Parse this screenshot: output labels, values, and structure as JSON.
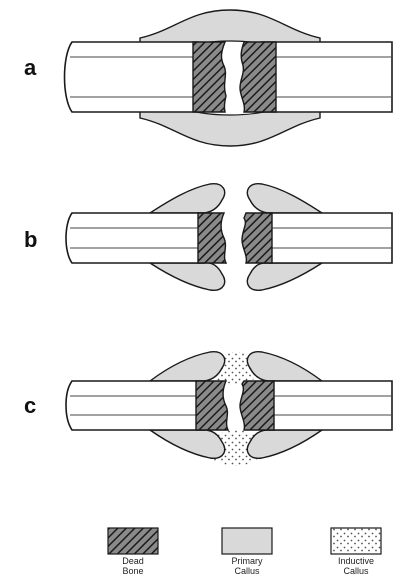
{
  "panels": [
    {
      "label": "a"
    },
    {
      "label": "b"
    },
    {
      "label": "c"
    }
  ],
  "legend": {
    "dead_bone": {
      "line1": "Dead",
      "line2": "Bone"
    },
    "primary_callus": {
      "line1": "Primary",
      "line2": "Callus"
    },
    "inductive_callus": {
      "line1": "Inductive",
      "line2": "Callus"
    }
  },
  "colors": {
    "callus_fill": "#d9d9d9",
    "outline": "#1a1a1a",
    "background": "#ffffff"
  }
}
